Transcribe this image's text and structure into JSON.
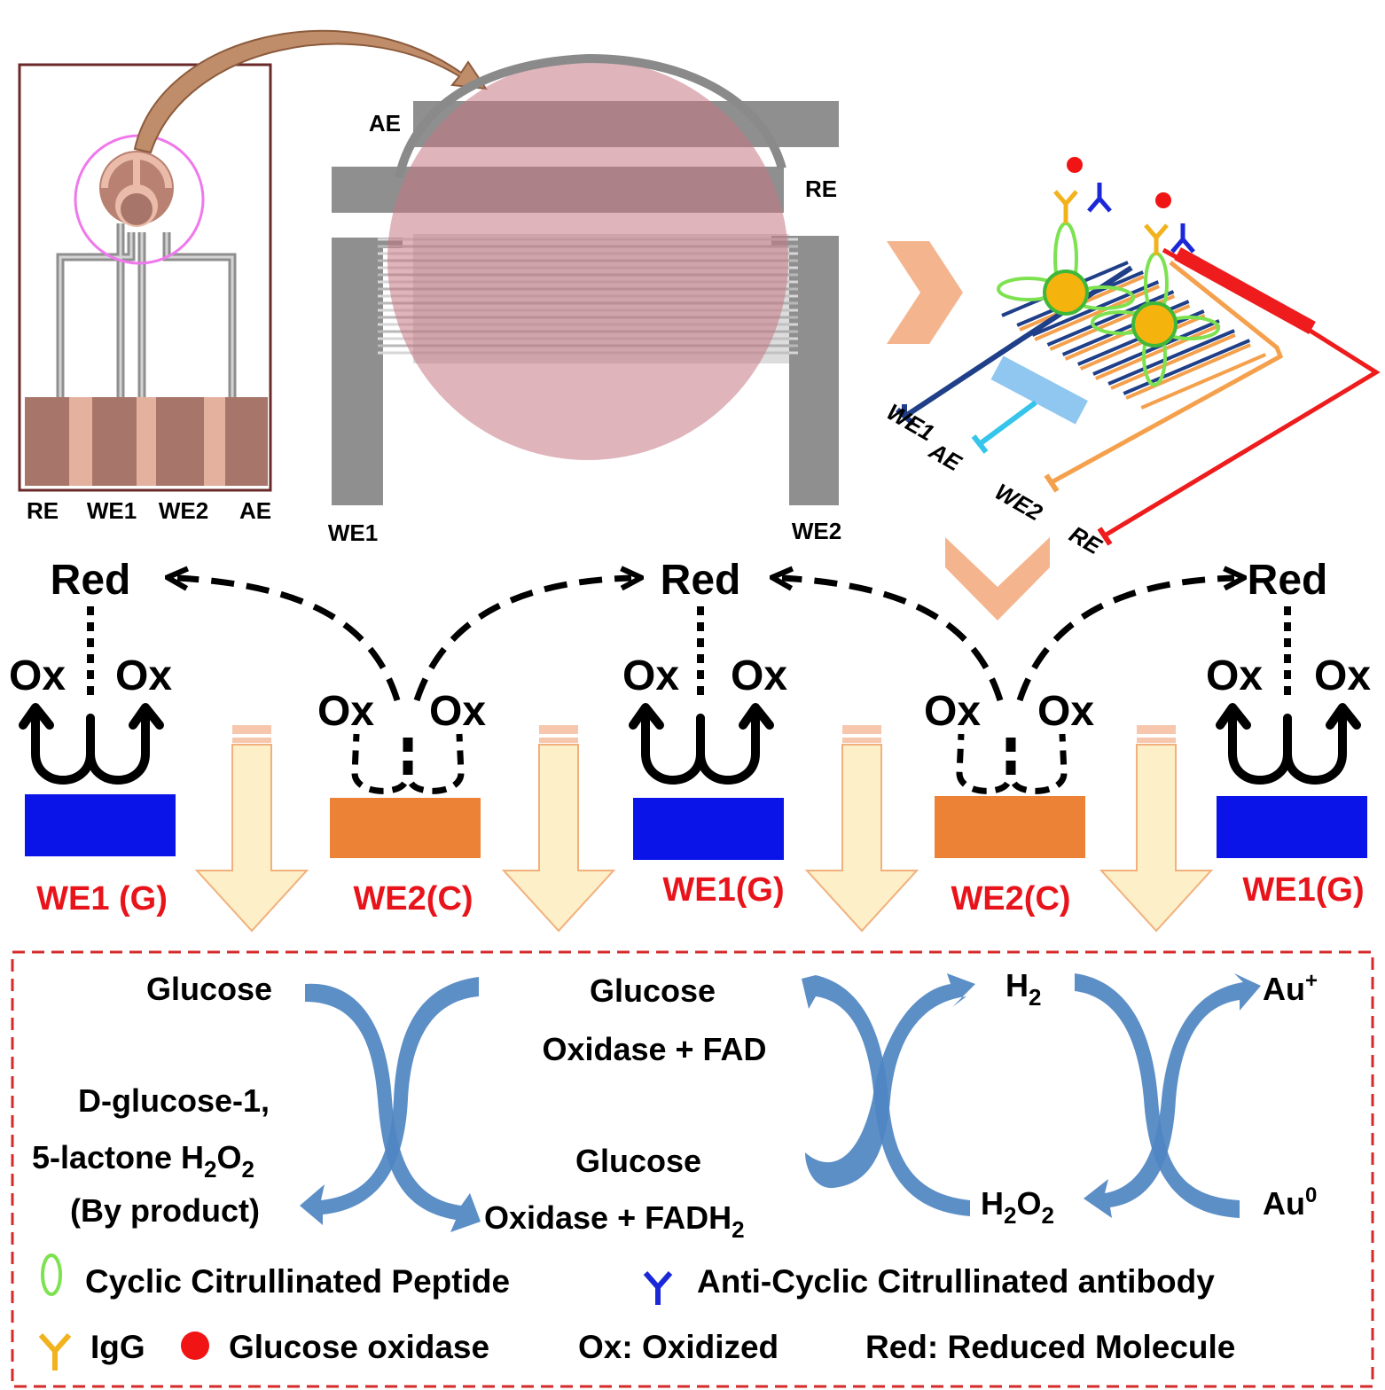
{
  "colors": {
    "we1": "#0a14e8",
    "we2": "#ec8236",
    "chip_brown": "#a8756a",
    "membrane": "#d9a7ae",
    "trace_gray": "#8f8f8f",
    "flow_blue": "#4f86c2",
    "label_red": "#e8141b",
    "frame_red": "#d42a2a",
    "arrow_fill": "#fdefc7",
    "chevron": "#f4b58e",
    "navy": "#1f3f88",
    "peptide": "#7de24f",
    "igg": "#f2b21c",
    "antibody": "#1a28d8",
    "gox": "#f01414",
    "ae_cyan": "#35c4ea"
  },
  "chip_labels": [
    "RE",
    "WE1",
    "WE2",
    "AE"
  ],
  "center_labels": {
    "ae": "AE",
    "re": "RE",
    "we1": "WE1",
    "we2": "WE2"
  },
  "schematic_labels": {
    "we1": "WE1",
    "ae": "AE",
    "we2": "WE2",
    "re": "RE"
  },
  "redox": {
    "red": "Red",
    "ox": "Ox"
  },
  "electrodes": [
    "WE1 (G)",
    "WE2(C)",
    "WE1(G)",
    "WE2(C)",
    "WE1(G)"
  ],
  "reactions": {
    "glucose": "Glucose",
    "gox_fad_1": "Glucose",
    "gox_fad_2": "Oxidase + FAD",
    "lactone_1": "D-glucose-1,",
    "lactone_2": "5-lactone H",
    "lactone_3": "(By product)",
    "gox_fadh_1": "Glucose",
    "gox_fadh_2": "Oxidase + FADH",
    "h2": "H",
    "h2o2": "H",
    "au_plus": "Au",
    "au_zero": "Au",
    "sub_2": "2",
    "sup_plus": "+",
    "sup_zero": "0",
    "o_letter": "O"
  },
  "legend": {
    "peptide": "Cyclic Citrullinated Peptide",
    "antibody": "Anti-Cyclic Citrullinated antibody",
    "igg": "IgG",
    "gox": "Glucose oxidase",
    "ox": "Ox: Oxidized",
    "red": "Red: Reduced Molecule"
  }
}
